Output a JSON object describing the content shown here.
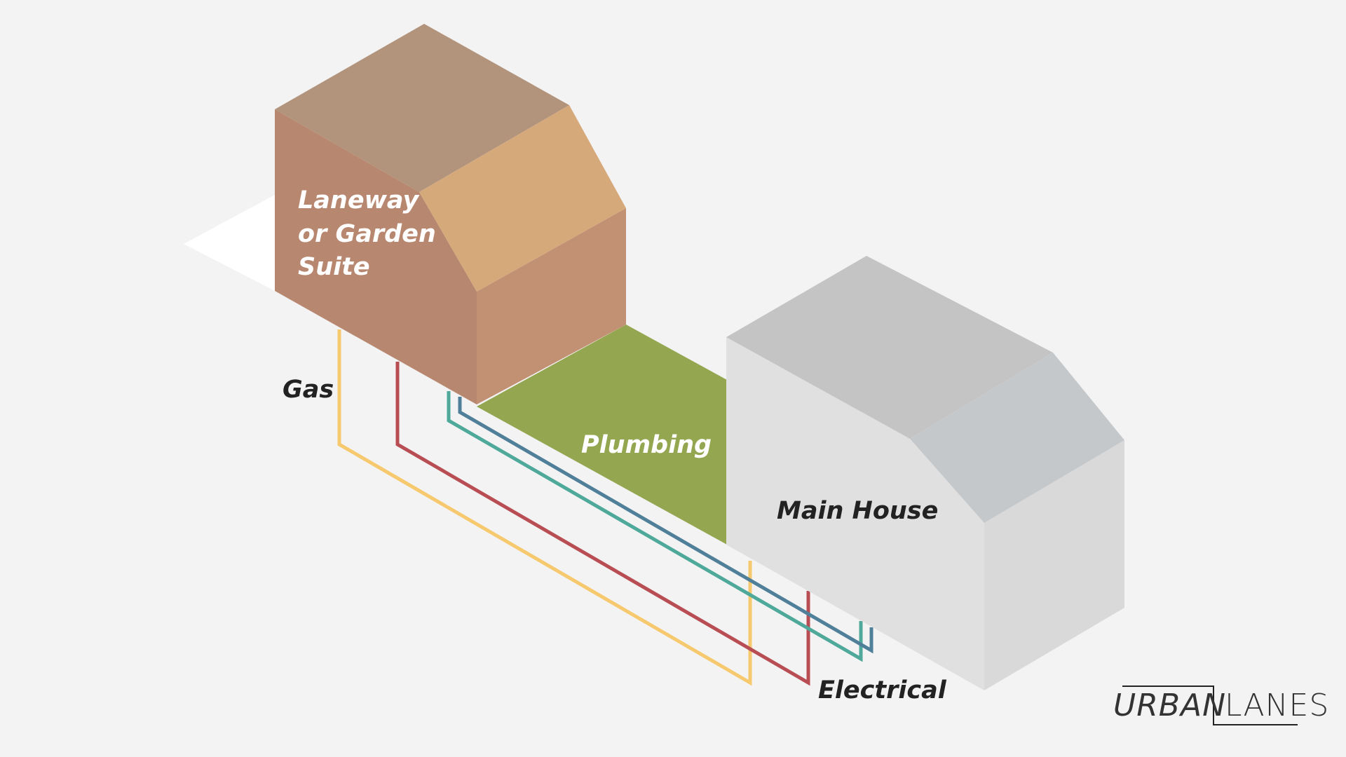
{
  "labels": {
    "suite": [
      "Laneway",
      "or Garden",
      "Suite"
    ],
    "plumbing": "Plumbing",
    "main_house": "Main House",
    "gas": "Gas",
    "electrical": "Electrical"
  },
  "logo": {
    "left": "URBAN",
    "right": "LANES"
  },
  "colors": {
    "background": "#f3f3f3",
    "lot": "#ffffff",
    "lawn": "#94a64f",
    "suite_roof_left": "#b2937c",
    "suite_roof_right": "#d6a97b",
    "suite_wall_front": "#b8876f",
    "suite_wall_side": "#c29073",
    "house_roof_left": "#c4c4c5",
    "house_roof_right": "#c5c8ca",
    "house_wall_front": "#e0e0e0",
    "house_wall_side": "#d9d9da",
    "gas_line": "#f7c96f",
    "electrical_line": "#b84e53",
    "water_line_a": "#4ea99a",
    "water_line_b": "#4f7f99",
    "label_dark": "#222222",
    "label_light": "#ffffff"
  }
}
